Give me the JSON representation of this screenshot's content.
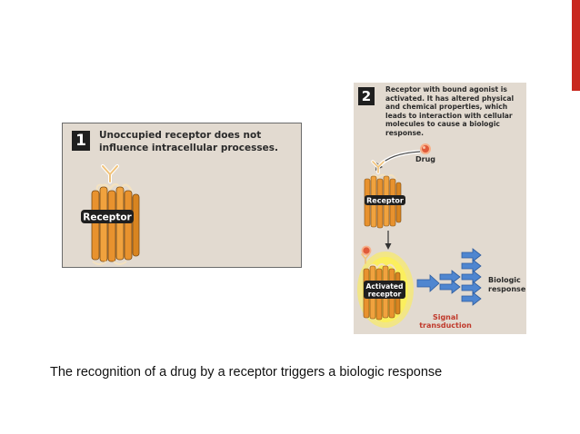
{
  "panel1": {
    "number": "1",
    "heading_line1": "Unoccupied receptor does not",
    "heading_line2": "influence intracellular processes.",
    "receptor_label": "Receptor"
  },
  "panel2": {
    "number": "2",
    "heading_lines": [
      "Receptor with bound agonist is",
      "activated. It has altered physical",
      "and chemical properties, which",
      "leads to interaction with cellular",
      "molecules to cause a biologic",
      "response."
    ],
    "drug_label": "Drug",
    "receptor_label": "Receptor",
    "activated_line1": "Activated",
    "activated_line2": "receptor",
    "signal_line1": "Signal",
    "signal_line2": "transduction",
    "biologic_line1": "Biologic",
    "biologic_line2": "response"
  },
  "caption": "The recognition of a drug by a receptor triggers a biologic response",
  "colors": {
    "panel_bg": "#e2dad0",
    "receptor_orange": "#e8922e",
    "arrow_blue": "#4f86d0",
    "accent_red": "#c8281e",
    "drug_red": "#e05a3a",
    "glow_yellow": "#fff04a"
  }
}
